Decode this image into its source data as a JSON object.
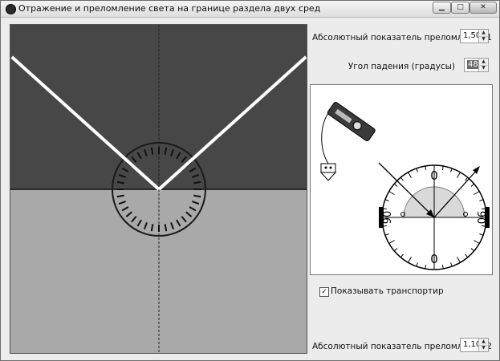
{
  "window": {
    "title": "Отражение и преломление света на границе раздела двух сред",
    "min_glyph": "▁",
    "max_glyph": "□",
    "close_glyph": "✕"
  },
  "controls": {
    "index1": {
      "label": "Абсолютный показатель преломления 1",
      "value": "1,50"
    },
    "angle": {
      "label": "Угол падения (градусы)",
      "value": "48"
    },
    "index2": {
      "label": "Абсолютный показатель преломления 2",
      "value": "1,10"
    },
    "protractor_checkbox": {
      "label": "Показывать транспортир",
      "checked": true,
      "mark": "✓"
    }
  },
  "preview": {
    "labels": {
      "top": "0",
      "bottom": "0",
      "left": "90",
      "right": "90"
    }
  },
  "colors": {
    "upper_medium": "#474747",
    "lower_medium": "#a9a9a9",
    "beam": "#ffffff"
  }
}
